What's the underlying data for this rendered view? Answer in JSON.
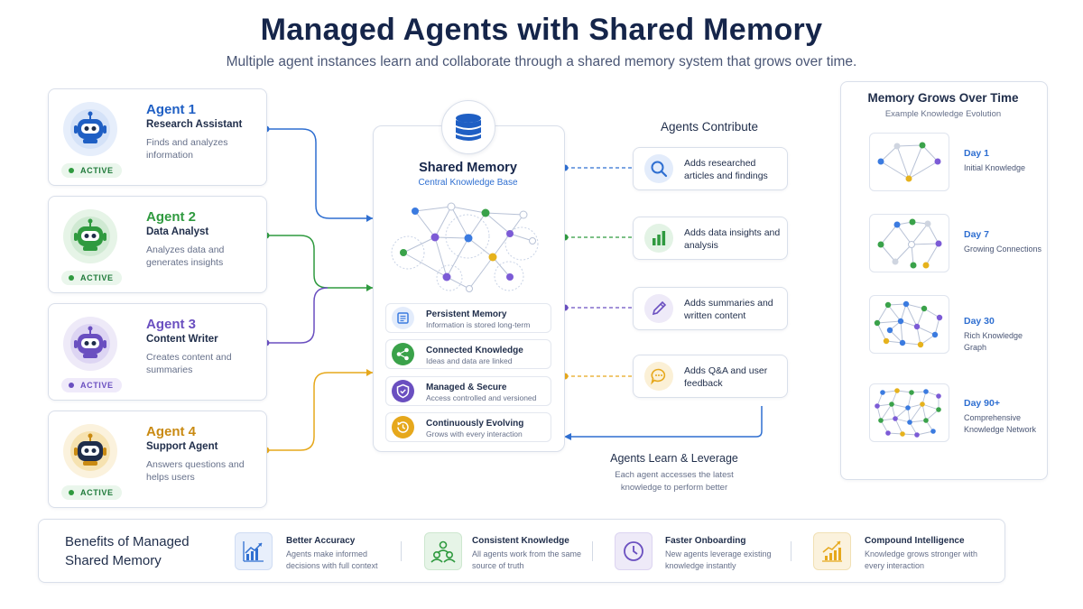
{
  "header": {
    "title": "Managed Agents with Shared Memory",
    "subtitle": "Multiple agent instances learn and collaborate through a shared memory system that grows over time."
  },
  "agents": [
    {
      "name": "Agent 1",
      "role": "Research Assistant",
      "desc": "Finds and analyzes information",
      "status": "ACTIVE",
      "color": "#1f5fc4",
      "tint": "#e6eefb"
    },
    {
      "name": "Agent 2",
      "role": "Data Analyst",
      "desc": "Analyzes data and generates insights",
      "status": "ACTIVE",
      "color": "#2f9a3f",
      "tint": "#e6f4e7"
    },
    {
      "name": "Agent 3",
      "role": "Content Writer",
      "desc": "Creates content and summaries",
      "status": "ACTIVE",
      "color": "#6a4fc0",
      "tint": "#eeeaf8"
    },
    {
      "name": "Agent 4",
      "role": "Support Agent",
      "desc": "Answers questions and helps users",
      "status": "ACTIVE",
      "color": "#c98a12",
      "tint": "#fbf2dd"
    }
  ],
  "shared_memory": {
    "title": "Shared Memory",
    "subtitle": "Central Knowledge Base",
    "features": [
      {
        "title": "Persistent Memory",
        "desc": "Information is stored long-term",
        "icon": "document-icon",
        "color": "#3b7be0"
      },
      {
        "title": "Connected Knowledge",
        "desc": "Ideas and data are linked",
        "icon": "share-icon",
        "color": "#3aa24a"
      },
      {
        "title": "Managed & Secure",
        "desc": "Access controlled and versioned",
        "icon": "shield-icon",
        "color": "#6a4fc0"
      },
      {
        "title": "Continuously Evolving",
        "desc": "Grows with every interaction",
        "icon": "history-icon",
        "color": "#e6a81c"
      }
    ]
  },
  "contribute": {
    "title": "Agents Contribute",
    "items": [
      {
        "text": "Adds researched articles and findings",
        "icon": "search-icon",
        "color": "#2f6fd1"
      },
      {
        "text": "Adds data insights and analysis",
        "icon": "bar-chart-icon",
        "color": "#2f9a3f"
      },
      {
        "text": "Adds summaries and written content",
        "icon": "pencil-icon",
        "color": "#6a4fc0"
      },
      {
        "text": "Adds Q&A and user feedback",
        "icon": "chat-icon",
        "color": "#e6a81c"
      }
    ]
  },
  "learn": {
    "title": "Agents Learn & Leverage",
    "desc": "Each agent accesses the latest knowledge to perform better"
  },
  "timeline": {
    "title": "Memory Grows Over Time",
    "subtitle": "Example Knowledge Evolution",
    "stages": [
      {
        "day": "Day 1",
        "desc": "Initial Knowledge"
      },
      {
        "day": "Day 7",
        "desc": "Growing Connections"
      },
      {
        "day": "Day 30",
        "desc": "Rich Knowledge Graph"
      },
      {
        "day": "Day 90+",
        "desc": "Comprehensive Knowledge Network"
      }
    ]
  },
  "benefits": {
    "title": "Benefits of Managed Shared Memory",
    "items": [
      {
        "title": "Better Accuracy",
        "desc": "Agents make informed decisions with full context",
        "icon": "trend-chart-icon",
        "color": "#2f6fd1"
      },
      {
        "title": "Consistent  Knowledge",
        "desc": "All agents work from the same source of truth",
        "icon": "team-icon",
        "color": "#2f9a3f"
      },
      {
        "title": "Faster Onboarding",
        "desc": "New agents leverage existing knowledge instantly",
        "icon": "clock-icon",
        "color": "#6a4fc0"
      },
      {
        "title": "Compound Intelligence",
        "desc": "Knowledge grows stronger with every interaction",
        "icon": "growth-chart-icon",
        "color": "#e6a81c"
      }
    ]
  }
}
